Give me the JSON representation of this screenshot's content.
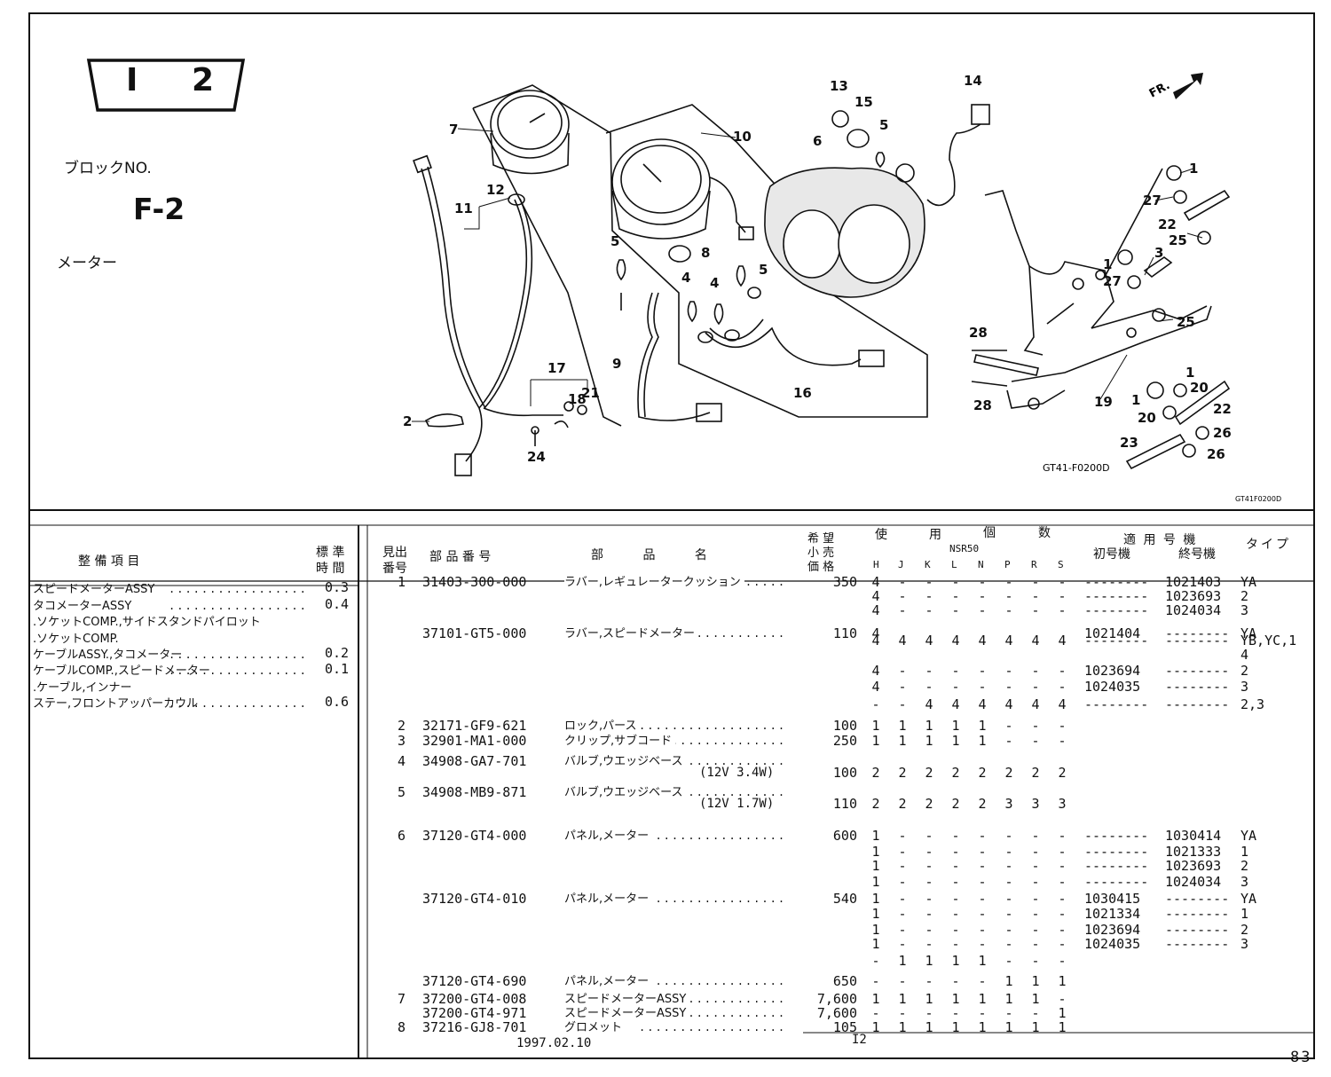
{
  "block": {
    "badge_letter": "I",
    "badge_number": "2",
    "block_label": "ブロックNO.",
    "block_code": "F-2",
    "section_name": "メーター"
  },
  "diagram": {
    "callouts": [
      "1",
      "2",
      "3",
      "4",
      "5",
      "6",
      "7",
      "8",
      "9",
      "10",
      "11",
      "12",
      "13",
      "14",
      "15",
      "16",
      "17",
      "18",
      "19",
      "20",
      "21",
      "22",
      "23",
      "24",
      "25",
      "26",
      "27",
      "28"
    ],
    "direction_mark": "FR.",
    "code_main": "GT41-F0200D",
    "code_corner": "GT41F0200D"
  },
  "maintenance": {
    "headers": {
      "item": "整 備 項 目",
      "std": "標 準",
      "time": "時 間"
    },
    "rows": [
      {
        "item": "スピードメーターASSY",
        "time": "0.3"
      },
      {
        "item": "タコメーターASSY",
        "time": "0.4"
      },
      {
        "item": ".ソケットCOMP.,サイドスタンドパイロット",
        "time": ""
      },
      {
        "item": ".ソケットCOMP.",
        "time": ""
      },
      {
        "item": "ケーブルASSY.,タコメーター",
        "time": "0.2"
      },
      {
        "item": "ケーブルCOMP.,スピードメーター",
        "time": "0.1"
      },
      {
        "item": ".ケーブル,インナー",
        "time": ""
      },
      {
        "item": "ステー,フロントアッパーカウル",
        "time": "0.6"
      }
    ]
  },
  "parts": {
    "headers": {
      "ref_top": "見出",
      "ref_bot": "番号",
      "part_no": "部 品 番 号",
      "name": "部 品 名",
      "price_1": "希 望",
      "price_2": "小 売",
      "price_3": "価 格",
      "use_1": "使",
      "use_2": "用",
      "use_3": "個",
      "use_4": "数",
      "model": "NSR50",
      "use_cols": [
        "H",
        "J",
        "K",
        "L",
        "N",
        "P",
        "R",
        "S"
      ],
      "applic": "適 用 号 機",
      "first": "初号機",
      "last": "終号機",
      "type": "タイプ"
    },
    "rows": [
      {
        "ref": "1",
        "part_no": "31403-300-000",
        "name": "ラバー,レギュレータークッション",
        "price": "350",
        "use": [
          "4",
          "-",
          "-",
          "-",
          "-",
          "-",
          "-",
          "-"
        ],
        "first": "--------",
        "last": "1021403",
        "type": "YA"
      },
      {
        "ref": "",
        "part_no": "",
        "name": "",
        "price": "",
        "use": [
          "4",
          "-",
          "-",
          "-",
          "-",
          "-",
          "-",
          "-"
        ],
        "first": "--------",
        "last": "1023693",
        "type": "2"
      },
      {
        "ref": "",
        "part_no": "",
        "name": "",
        "price": "",
        "use": [
          "4",
          "-",
          "-",
          "-",
          "-",
          "-",
          "-",
          "-"
        ],
        "first": "--------",
        "last": "1024034",
        "type": "3"
      },
      {
        "ref": "",
        "part_no": "37101-GT5-000",
        "name": "ラバー,スピードメーター",
        "price": "110",
        "use": [
          "4",
          "",
          "",
          "",
          "",
          "",
          "",
          ""
        ],
        "first": "1021404",
        "last": "--------",
        "type": "YA"
      },
      {
        "ref": "",
        "part_no": "",
        "name": "",
        "price": "",
        "use": [
          "4",
          "4",
          "4",
          "4",
          "4",
          "4",
          "4",
          "4"
        ],
        "first": "--------",
        "last": "--------",
        "type": "YB,YC,1"
      },
      {
        "ref": "",
        "part_no": "",
        "name": "",
        "price": "",
        "use": [
          "",
          "",
          "",
          "",
          "",
          "",
          "",
          ""
        ],
        "first": "",
        "last": "",
        "type": "4"
      },
      {
        "ref": "",
        "part_no": "",
        "name": "",
        "price": "",
        "use": [
          "4",
          "-",
          "-",
          "-",
          "-",
          "-",
          "-",
          "-"
        ],
        "first": "1023694",
        "last": "--------",
        "type": "2"
      },
      {
        "ref": "",
        "part_no": "",
        "name": "",
        "price": "",
        "use": [
          "4",
          "-",
          "-",
          "-",
          "-",
          "-",
          "-",
          "-"
        ],
        "first": "1024035",
        "last": "--------",
        "type": "3"
      },
      {
        "ref": "",
        "part_no": "",
        "name": "",
        "price": "",
        "use": [
          "-",
          "-",
          "4",
          "4",
          "4",
          "4",
          "4",
          "4"
        ],
        "first": "--------",
        "last": "--------",
        "type": "2,3"
      },
      {
        "ref": "2",
        "part_no": "32171-GF9-621",
        "name": "ロック,パース",
        "price": "100",
        "use": [
          "1",
          "1",
          "1",
          "1",
          "1",
          "-",
          "-",
          "-"
        ],
        "first": "",
        "last": "",
        "type": ""
      },
      {
        "ref": "3",
        "part_no": "32901-MA1-000",
        "name": "クリップ,サブコード",
        "price": "250",
        "use": [
          "1",
          "1",
          "1",
          "1",
          "1",
          "-",
          "-",
          "-"
        ],
        "first": "",
        "last": "",
        "type": ""
      },
      {
        "ref": "4",
        "part_no": "34908-GA7-701",
        "name": "バルブ,ウエッジベース",
        "price": "",
        "use": [
          "",
          "",
          "",
          "",
          "",
          "",
          "",
          ""
        ],
        "first": "",
        "last": "",
        "type": ""
      },
      {
        "ref": "",
        "part_no": "",
        "name": "(12V 3.4W)",
        "price": "100",
        "use": [
          "2",
          "2",
          "2",
          "2",
          "2",
          "2",
          "2",
          "2"
        ],
        "first": "",
        "last": "",
        "type": ""
      },
      {
        "ref": "5",
        "part_no": "34908-MB9-871",
        "name": "バルブ,ウエッジベース",
        "price": "",
        "use": [
          "",
          "",
          "",
          "",
          "",
          "",
          "",
          ""
        ],
        "first": "",
        "last": "",
        "type": ""
      },
      {
        "ref": "",
        "part_no": "",
        "name": "(12V 1.7W)",
        "price": "110",
        "use": [
          "2",
          "2",
          "2",
          "2",
          "2",
          "3",
          "3",
          "3"
        ],
        "first": "",
        "last": "",
        "type": ""
      },
      {
        "ref": "6",
        "part_no": "37120-GT4-000",
        "name": "パネル,メーター",
        "price": "600",
        "use": [
          "1",
          "-",
          "-",
          "-",
          "-",
          "-",
          "-",
          "-"
        ],
        "first": "--------",
        "last": "1030414",
        "type": "YA"
      },
      {
        "ref": "",
        "part_no": "",
        "name": "",
        "price": "",
        "use": [
          "1",
          "-",
          "-",
          "-",
          "-",
          "-",
          "-",
          "-"
        ],
        "first": "--------",
        "last": "1021333",
        "type": "1"
      },
      {
        "ref": "",
        "part_no": "",
        "name": "",
        "price": "",
        "use": [
          "1",
          "-",
          "-",
          "-",
          "-",
          "-",
          "-",
          "-"
        ],
        "first": "--------",
        "last": "1023693",
        "type": "2"
      },
      {
        "ref": "",
        "part_no": "",
        "name": "",
        "price": "",
        "use": [
          "1",
          "-",
          "-",
          "-",
          "-",
          "-",
          "-",
          "-"
        ],
        "first": "--------",
        "last": "1024034",
        "type": "3"
      },
      {
        "ref": "",
        "part_no": "37120-GT4-010",
        "name": "パネル,メーター",
        "price": "540",
        "use": [
          "1",
          "-",
          "-",
          "-",
          "-",
          "-",
          "-",
          "-"
        ],
        "first": "1030415",
        "last": "--------",
        "type": "YA"
      },
      {
        "ref": "",
        "part_no": "",
        "name": "",
        "price": "",
        "use": [
          "1",
          "-",
          "-",
          "-",
          "-",
          "-",
          "-",
          "-"
        ],
        "first": "1021334",
        "last": "--------",
        "type": "1"
      },
      {
        "ref": "",
        "part_no": "",
        "name": "",
        "price": "",
        "use": [
          "1",
          "-",
          "-",
          "-",
          "-",
          "-",
          "-",
          "-"
        ],
        "first": "1023694",
        "last": "--------",
        "type": "2"
      },
      {
        "ref": "",
        "part_no": "",
        "name": "",
        "price": "",
        "use": [
          "1",
          "-",
          "-",
          "-",
          "-",
          "-",
          "-",
          "-"
        ],
        "first": "1024035",
        "last": "--------",
        "type": "3"
      },
      {
        "ref": "",
        "part_no": "",
        "name": "",
        "price": "",
        "use": [
          "-",
          "1",
          "1",
          "1",
          "1",
          "-",
          "-",
          "-"
        ],
        "first": "",
        "last": "",
        "type": ""
      },
      {
        "ref": "",
        "part_no": "37120-GT4-690",
        "name": "パネル,メーター",
        "price": "650",
        "use": [
          "-",
          "-",
          "-",
          "-",
          "-",
          "1",
          "1",
          "1"
        ],
        "first": "",
        "last": "",
        "type": ""
      },
      {
        "ref": "7",
        "part_no": "37200-GT4-008",
        "name": "スピードメーターASSY",
        "price": "7,600",
        "use": [
          "1",
          "1",
          "1",
          "1",
          "1",
          "1",
          "1",
          "-"
        ],
        "first": "",
        "last": "",
        "type": ""
      },
      {
        "ref": "",
        "part_no": "37200-GT4-971",
        "name": "スピードメーターASSY",
        "price": "7,600",
        "use": [
          "-",
          "-",
          "-",
          "-",
          "-",
          "-",
          "-",
          "1"
        ],
        "first": "",
        "last": "",
        "type": ""
      },
      {
        "ref": "8",
        "part_no": "37216-GJ8-701",
        "name": "グロメット",
        "price": "105",
        "use": [
          "1",
          "1",
          "1",
          "1",
          "1",
          "1",
          "1",
          "1"
        ],
        "first": "",
        "last": "",
        "type": ""
      }
    ]
  },
  "footer": {
    "date": "1997.02.10",
    "edition": "I2",
    "page_number": "83"
  }
}
